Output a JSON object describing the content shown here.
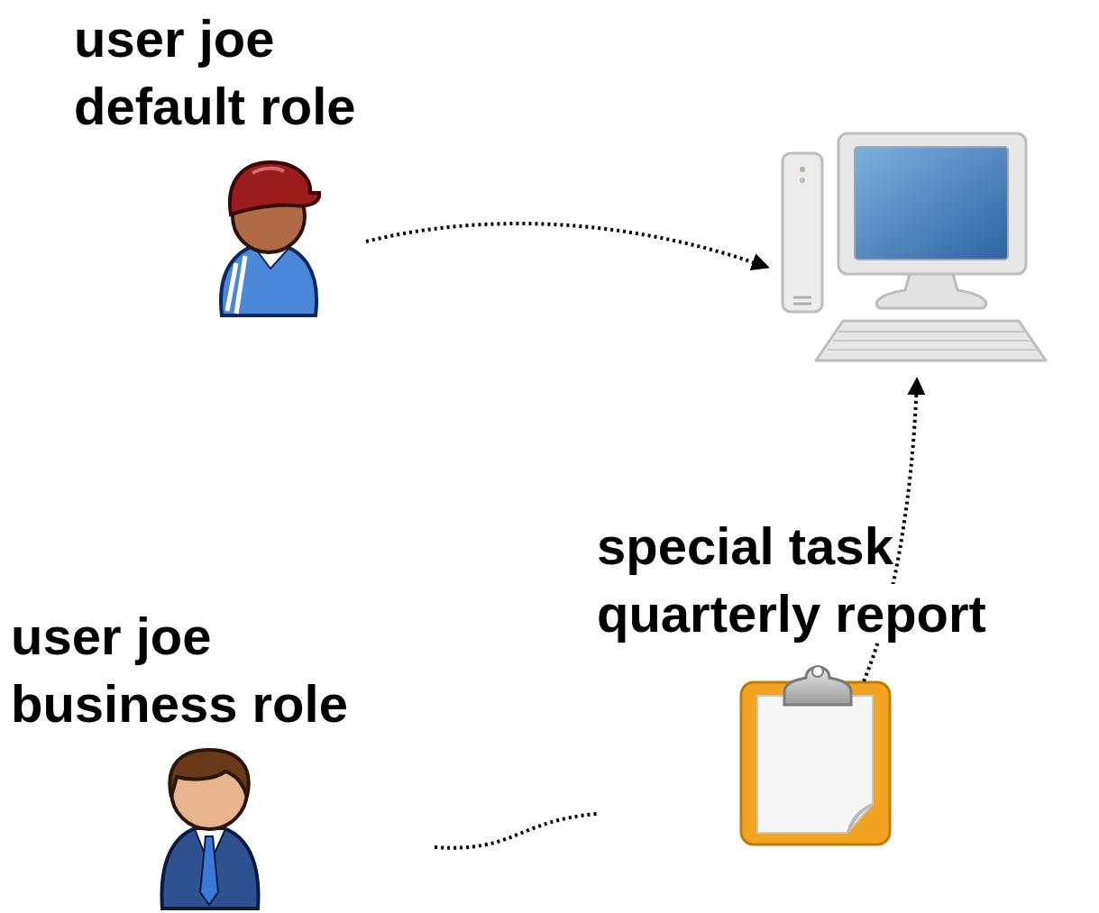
{
  "diagram": {
    "nodes": [
      {
        "text": [
          "user joe default role"
        ]
      },
      {
        "text": [
          "user joe business role"
        ]
      },
      {
        "text": [
          "special task quarterly report"
        ]
      }
    ],
    "edges": [
      {
        "from": 1,
        "to": 2,
        "arrow": "none"
      }
    ]
  }
}
